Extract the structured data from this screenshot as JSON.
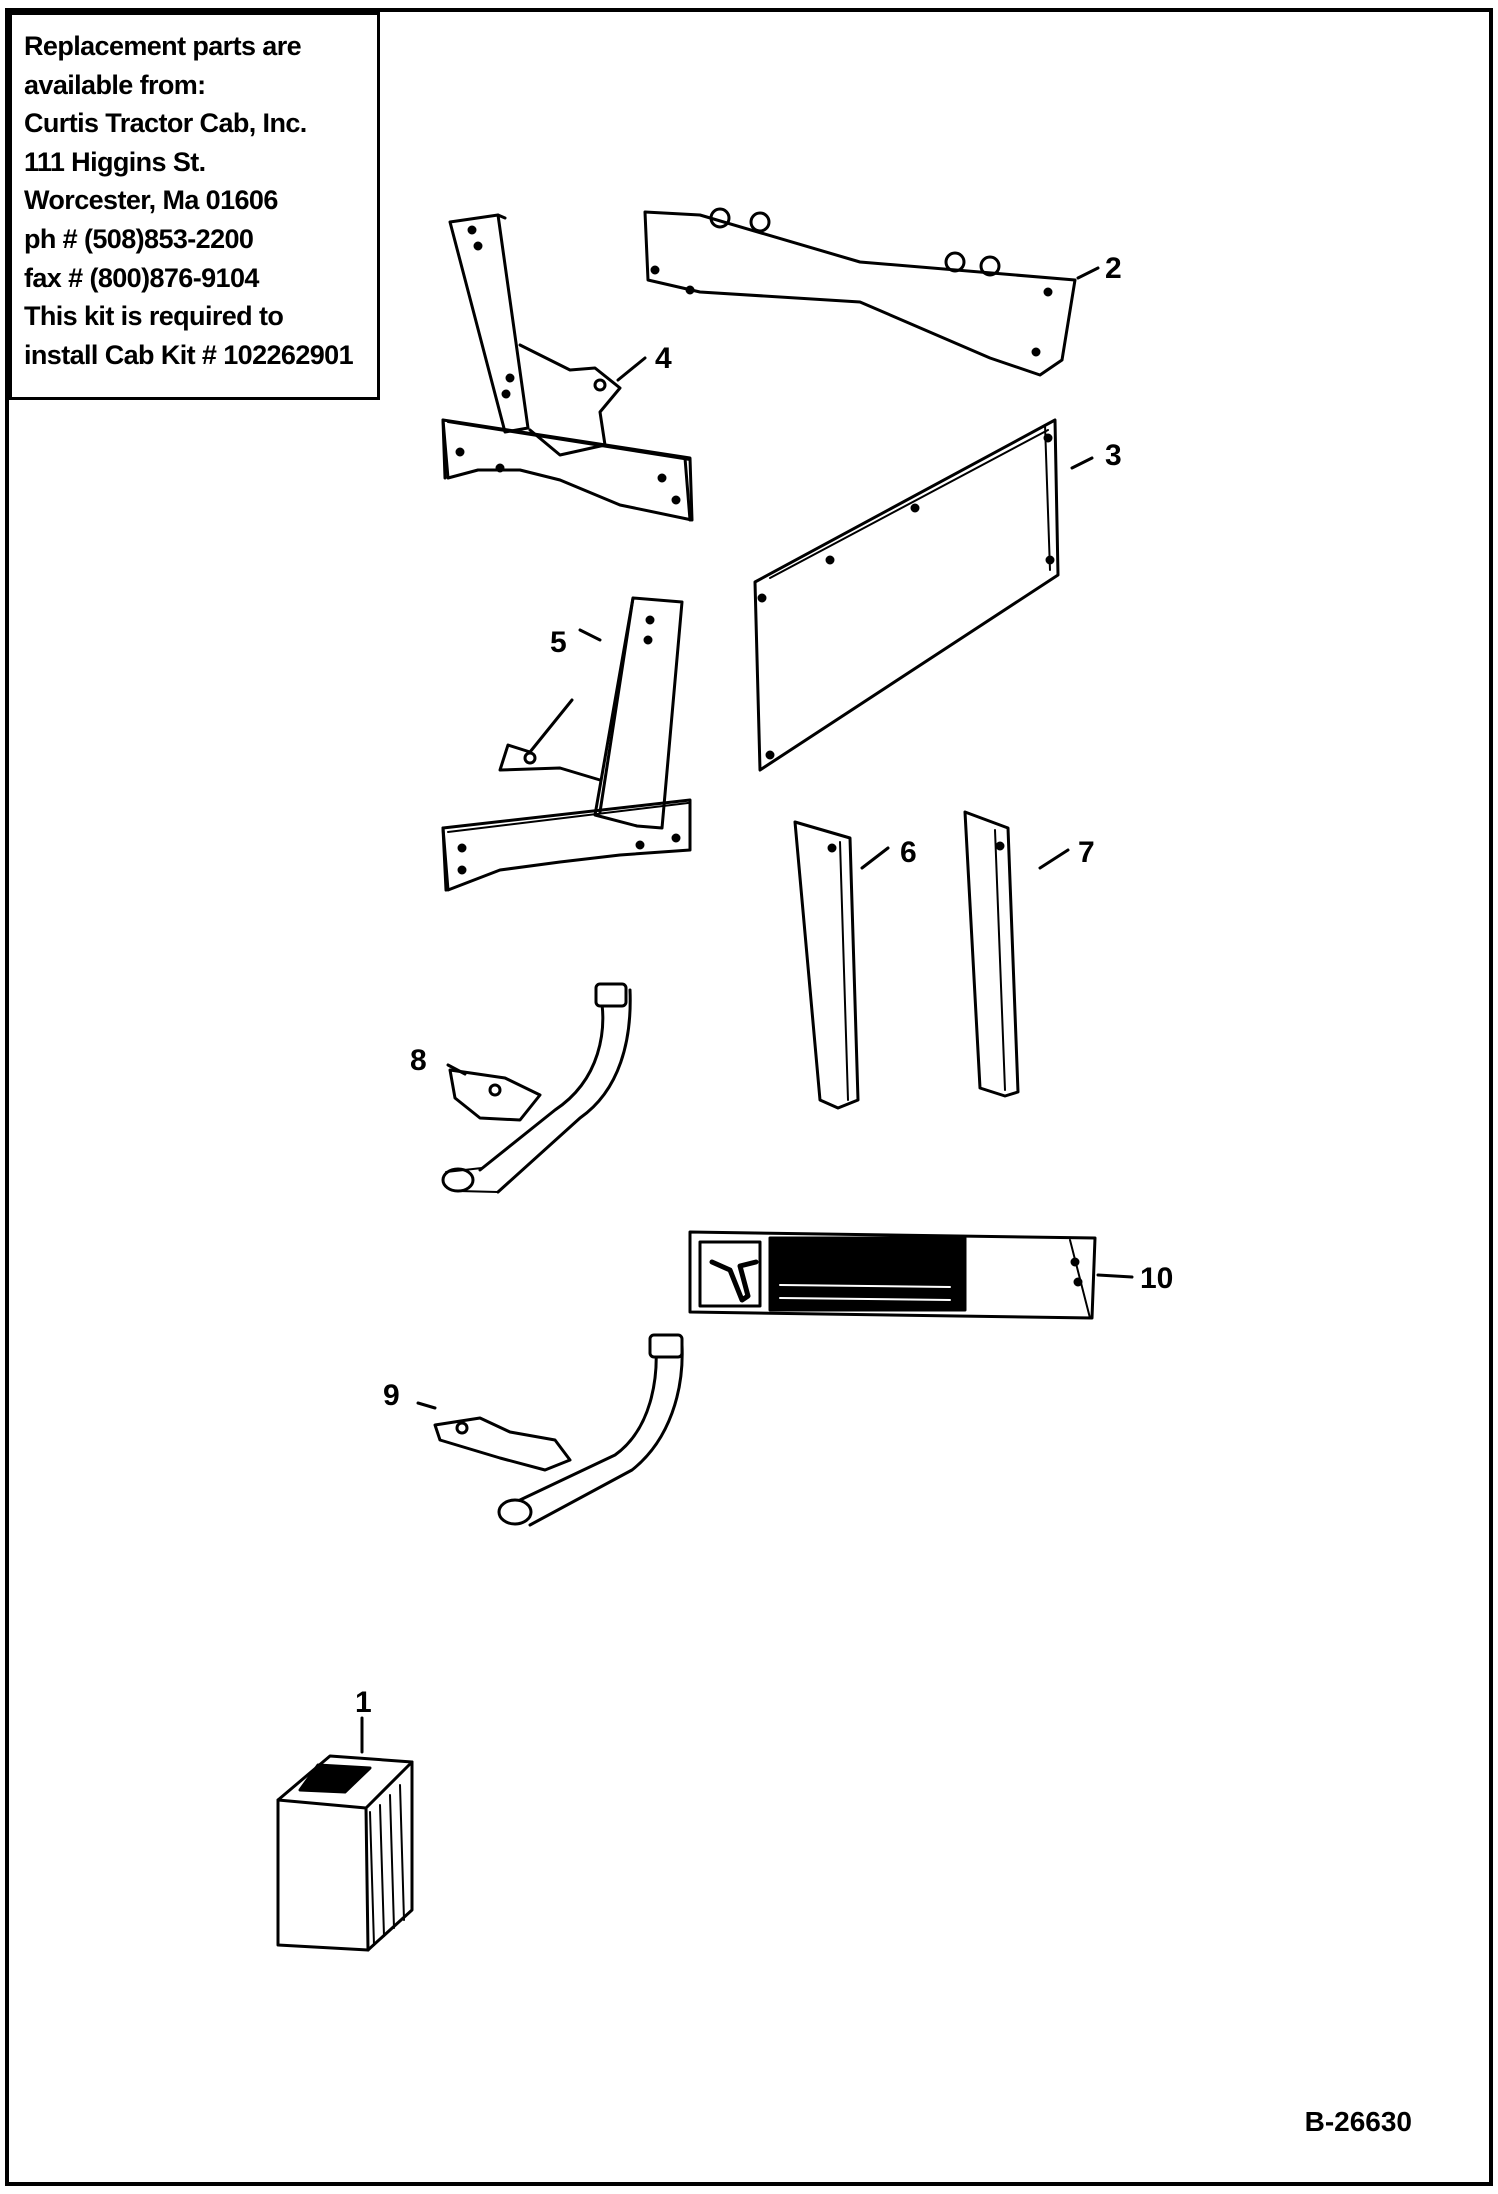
{
  "info_box": {
    "lines": [
      "Replacement parts are",
      "available from:",
      "Curtis Tractor Cab, Inc.",
      "111 Higgins St.",
      "Worcester, Ma 01606",
      "ph # (508)853-2200",
      "fax # (800)876-9104",
      "This kit is required to",
      "install Cab Kit # 102262901"
    ]
  },
  "callouts": {
    "p1": "1",
    "p2": "2",
    "p3": "3",
    "p4": "4",
    "p5": "5",
    "p6": "6",
    "p7": "7",
    "p8": "8",
    "p9": "9",
    "p10": "10"
  },
  "figure_id": "B-26630"
}
